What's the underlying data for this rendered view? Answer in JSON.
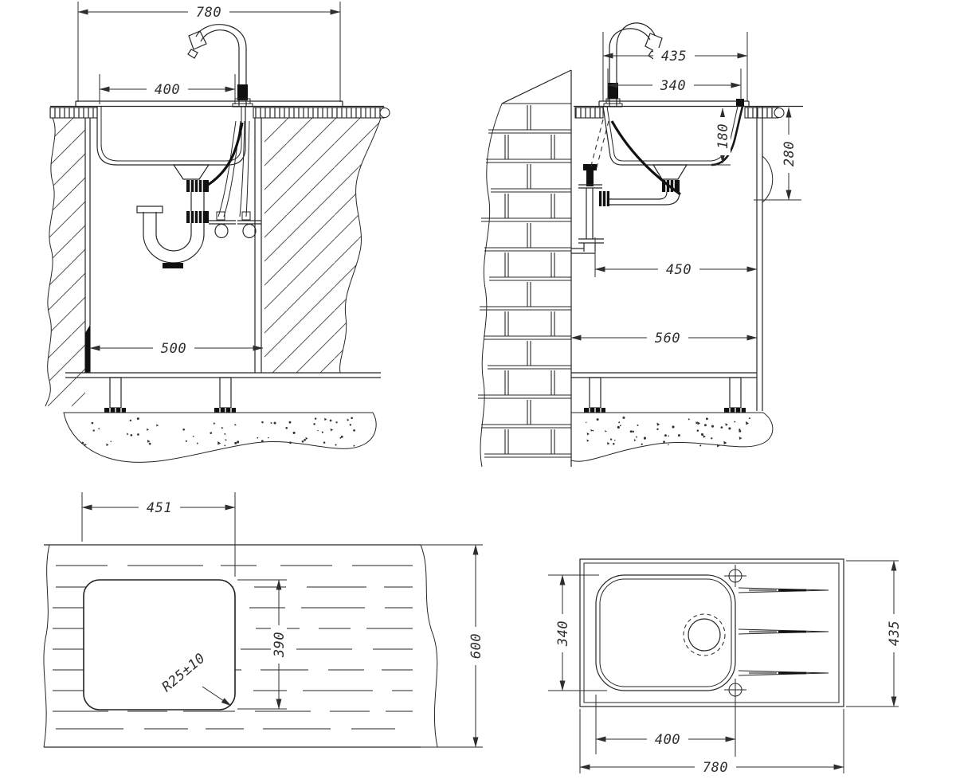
{
  "drawing_title": "sink-installation-drawing",
  "line_color": "#262626",
  "front_view": {
    "dim_overall_width": "780",
    "dim_bowl_width": "400",
    "dim_cabinet_width": "500"
  },
  "side_view": {
    "dim_overall_depth": "435",
    "dim_bowl_depth": "340",
    "dim_bowl_height": "180",
    "dim_drain_height": "280",
    "dim_drain_offset": "450",
    "dim_cabinet_depth": "560"
  },
  "cutout_view": {
    "dim_cutout_width": "451",
    "dim_cutout_depth": "390",
    "dim_counter_depth": "600",
    "dim_corner_radius": "R25±10"
  },
  "plan_view": {
    "dim_bowl_depth": "340",
    "dim_bowl_width": "400",
    "dim_overall_width": "780",
    "dim_overall_depth": "435"
  }
}
